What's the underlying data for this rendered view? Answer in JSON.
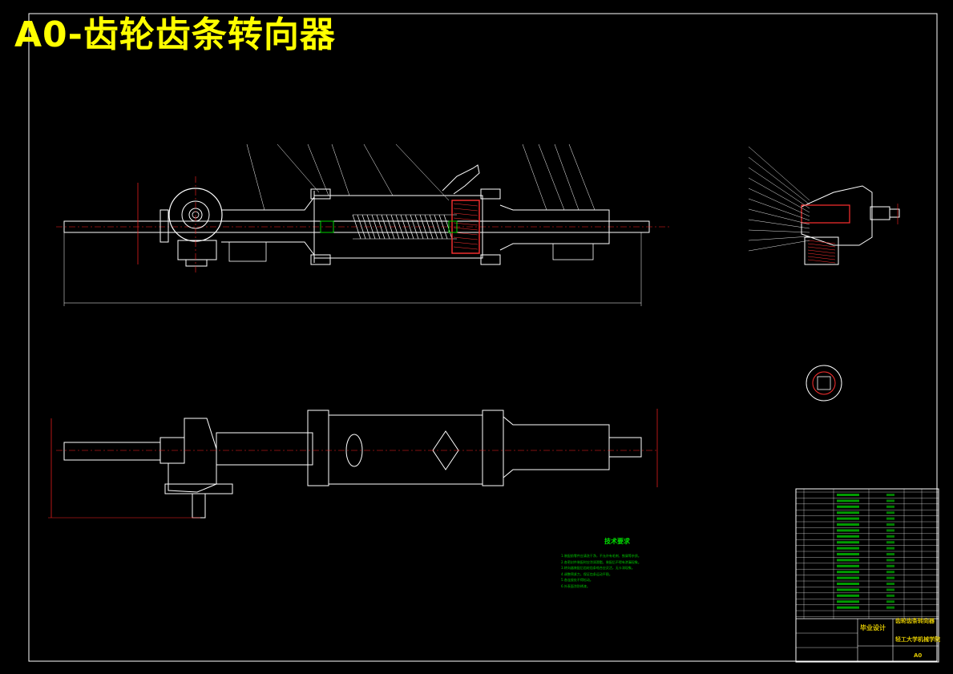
{
  "drawing": {
    "title": "A0-齿轮齿条转向器",
    "colors": {
      "background": "#000000",
      "outline": "#ffffff",
      "dimension": "#ff2020",
      "centerline": "#ff2020",
      "hatch": "#ff3030",
      "green": "#00d000",
      "title_text": "#ffff00",
      "frame": "#ffffff"
    }
  },
  "tech_requirements": {
    "heading": "技术要求",
    "lines": [
      "1.装配前零件应清洗干净，不允许有毛刺、铁屑等杂质。",
      "2.各密封件装配时应涂润滑脂，装配后不得有渗漏现象。",
      "3.转向器装配后齿轮齿条啮合应灵活，无卡滞现象。",
      "4.调整预紧力，保证齿条运动平稳。",
      "5.各连接处不得松动。",
      "6.外表面涂防锈漆。"
    ]
  },
  "title_block": {
    "design_label": "毕业设计",
    "school_label": "轻工大学机械学院",
    "product_label": "齿轮齿条转向器",
    "scale_label": "A0"
  }
}
